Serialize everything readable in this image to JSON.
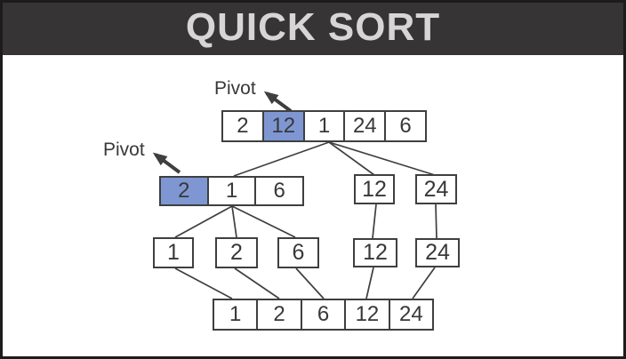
{
  "header": {
    "title": "QUICK SORT"
  },
  "labels": {
    "pivot_top": "Pivot",
    "pivot_left": "Pivot"
  },
  "colors": {
    "header_bg": "#373435",
    "title_color": "#d6d6d6",
    "outer_border": "#1c1c1c",
    "line": "#3f3f3f",
    "box_bg": "#ffffff",
    "pivot_fill": "#7e97d3",
    "number_color": "#383838"
  },
  "arrays": {
    "initial": {
      "cells": [
        {
          "value": "2",
          "pivot": false
        },
        {
          "value": "12",
          "pivot": true
        },
        {
          "value": "1",
          "pivot": false
        },
        {
          "value": "24",
          "pivot": false
        },
        {
          "value": "6",
          "pivot": false
        }
      ]
    },
    "partition_left": {
      "cells": [
        {
          "value": "2",
          "pivot": true
        },
        {
          "value": "1",
          "pivot": false
        },
        {
          "value": "6",
          "pivot": false
        }
      ]
    },
    "partition_right": [
      {
        "value": "12"
      },
      {
        "value": "24"
      }
    ],
    "singles": [
      {
        "value": "1"
      },
      {
        "value": "2"
      },
      {
        "value": "6"
      },
      {
        "value": "12"
      },
      {
        "value": "24"
      }
    ],
    "sorted": {
      "cells": [
        {
          "value": "1"
        },
        {
          "value": "2"
        },
        {
          "value": "6"
        },
        {
          "value": "12"
        },
        {
          "value": "24"
        }
      ]
    }
  }
}
